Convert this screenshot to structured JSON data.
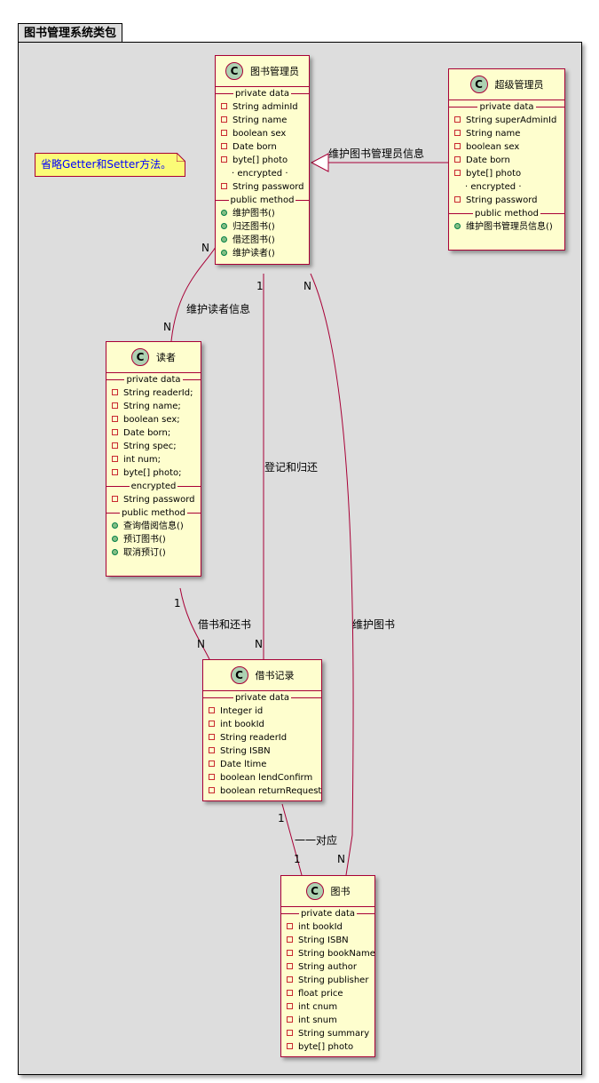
{
  "package": {
    "title": "图书管理系统类包"
  },
  "note": {
    "text": "省略Getter和Setter方法。"
  },
  "classes": {
    "admin": {
      "stereotype_letter": "C",
      "name": "图书管理员",
      "sec_private": "private data",
      "fields": [
        "String adminId",
        "String name",
        "boolean sex",
        "Date born",
        "byte[] photo"
      ],
      "encrypted_label": "· encrypted ·",
      "encrypted_fields": [
        "String password"
      ],
      "sec_public": "public method",
      "methods": [
        "维护图书()",
        "归还图书()",
        "借还图书()",
        "维护读者()"
      ]
    },
    "superadmin": {
      "stereotype_letter": "C",
      "name": "超级管理员",
      "sec_private": "private data",
      "fields": [
        "String superAdminId",
        "String name",
        "boolean sex",
        "Date born",
        "byte[] photo"
      ],
      "encrypted_label": "· encrypted ·",
      "encrypted_fields": [
        "String password"
      ],
      "sec_public": "public method",
      "methods": [
        "维护图书管理员信息()"
      ]
    },
    "reader": {
      "stereotype_letter": "C",
      "name": "读者",
      "sec_private": "private data",
      "fields": [
        "String readerId;",
        "String name;",
        "boolean sex;",
        "Date born;",
        "String spec;",
        "int num;",
        "byte[] photo;"
      ],
      "sec_encrypted": "encrypted",
      "encrypted_fields": [
        "String password"
      ],
      "sec_public": "public method",
      "methods": [
        "查询借阅信息()",
        "预订图书()",
        "取消预订()"
      ]
    },
    "record": {
      "stereotype_letter": "C",
      "name": "借书记录",
      "sec_private": "private data",
      "fields": [
        "Integer id",
        "int bookId",
        "String readerId",
        "String ISBN",
        "Date ltime",
        "boolean lendConfirm",
        "boolean returnRequest"
      ]
    },
    "book": {
      "stereotype_letter": "C",
      "name": "图书",
      "sec_private": "private data",
      "fields": [
        "int bookId",
        "String ISBN",
        "String bookName",
        "String author",
        "String publisher",
        "float price",
        "int cnum",
        "int snum",
        "String summary",
        "byte[] photo"
      ]
    }
  },
  "relations": {
    "admin_superadmin": {
      "label": "维护图书管理员信息"
    },
    "admin_reader": {
      "label": "维护读者信息",
      "mult_from": "N",
      "mult_to": "N"
    },
    "admin_record": {
      "label": "登记和归还",
      "mult_from": "1",
      "mult_to": "N"
    },
    "admin_book": {
      "label": "维护图书",
      "mult_from": "N",
      "mult_to": "N"
    },
    "reader_record": {
      "label": "借书和还书",
      "mult_from": "1",
      "mult_to": "N"
    },
    "record_book": {
      "label": "一一对应",
      "mult_from": "1",
      "mult_to": "1"
    }
  },
  "colors": {
    "class_fill": "#fefece",
    "class_border": "#a80036",
    "package_fill": "#dddddd",
    "note_fill": "#fbfb77",
    "note_text": "#0000ff",
    "circle_fill": "#add1b2",
    "method_dot": "#84be84",
    "field_box": "#c82930"
  }
}
